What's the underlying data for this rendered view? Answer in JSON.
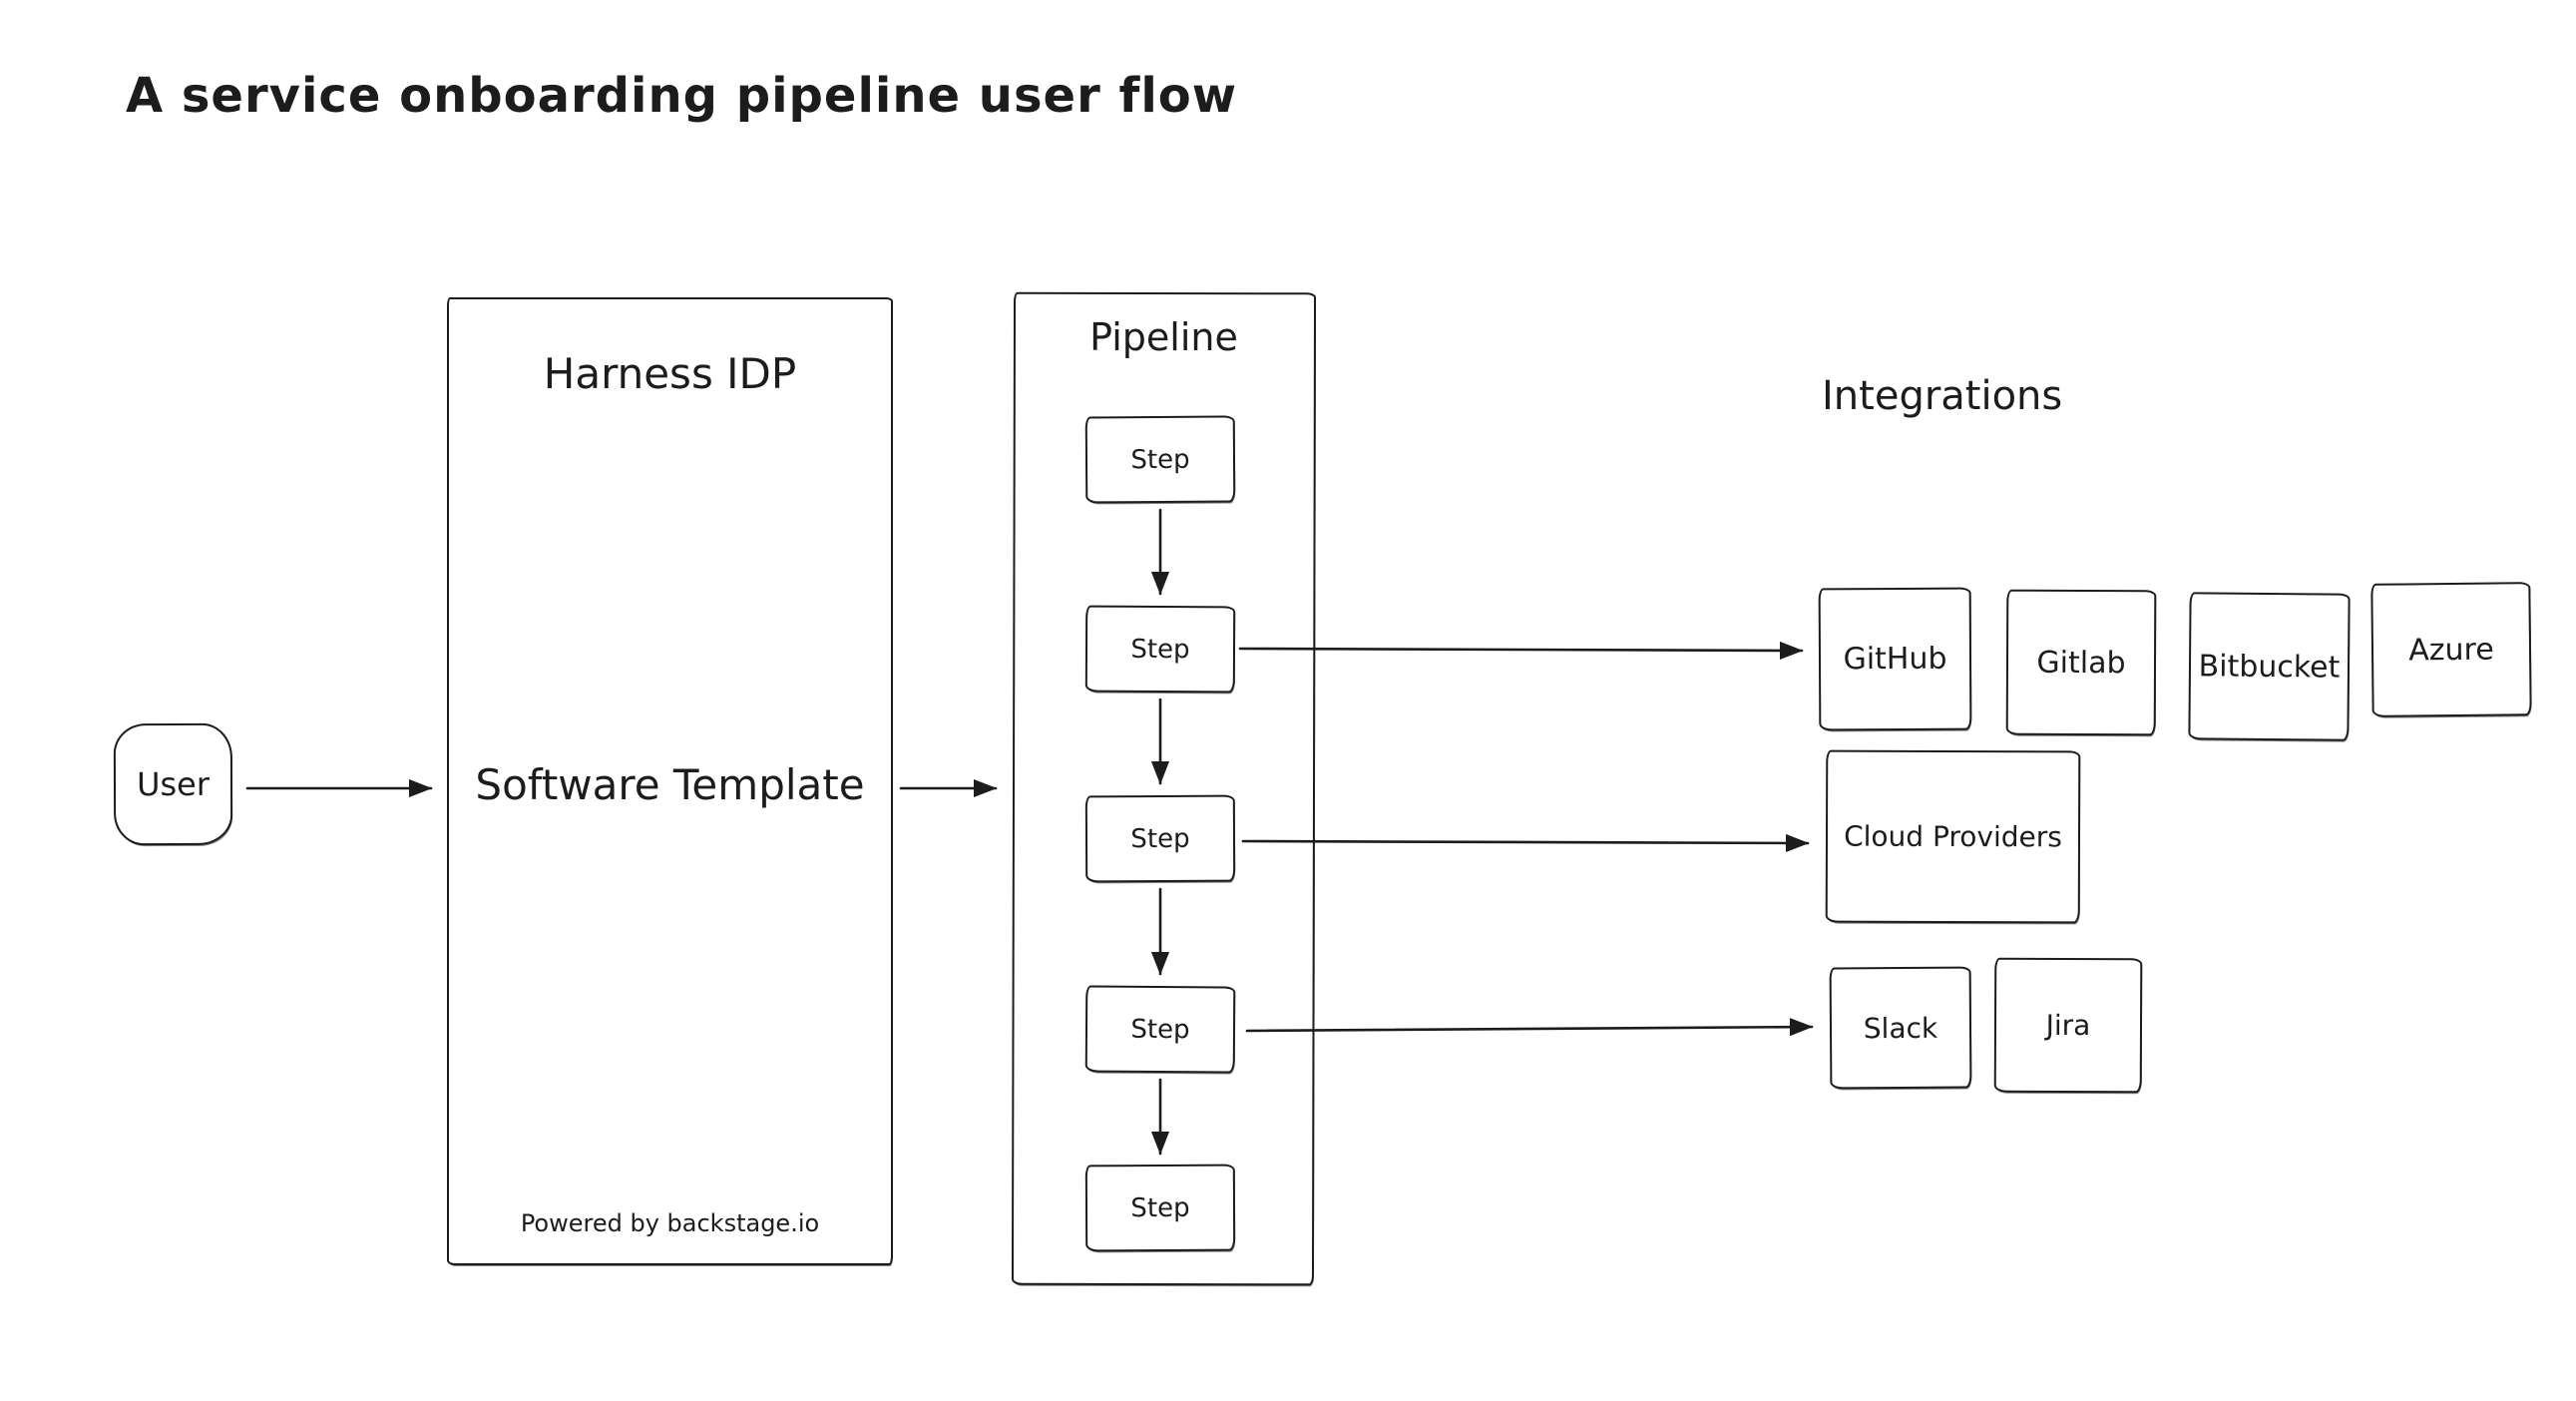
{
  "title": "A service onboarding pipeline user flow",
  "user": {
    "label": "User"
  },
  "harness": {
    "title": "Harness IDP",
    "center_label": "Software Template",
    "footer": "Powered by backstage.io"
  },
  "pipeline": {
    "title": "Pipeline",
    "steps": [
      {
        "label": "Step"
      },
      {
        "label": "Step"
      },
      {
        "label": "Step"
      },
      {
        "label": "Step"
      },
      {
        "label": "Step"
      }
    ]
  },
  "integrations": {
    "title": "Integrations",
    "source_control": [
      {
        "label": "GitHub"
      },
      {
        "label": "Gitlab"
      },
      {
        "label": "Bitbucket"
      },
      {
        "label": "Azure"
      }
    ],
    "cloud": {
      "label": "Cloud Providers"
    },
    "collaboration": [
      {
        "label": "Slack"
      },
      {
        "label": "Jira"
      }
    ]
  },
  "colors": {
    "ink": "#1c1c1c",
    "background": "#ffffff"
  }
}
